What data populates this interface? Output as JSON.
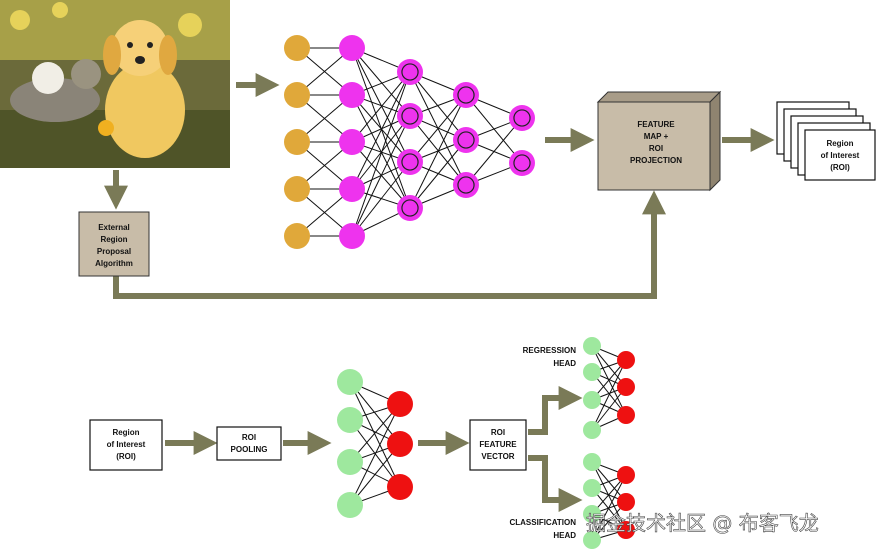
{
  "photo": {
    "description_icon": "photo-icon"
  },
  "top": {
    "external_region_proposal": [
      "External",
      "Region",
      "Proposal",
      "Algorithm"
    ],
    "feature_map_box": [
      "FEATURE",
      "MAP +",
      "ROI",
      "PROJECTION"
    ],
    "roi_stack": [
      "Region",
      "of Interest",
      "(ROI)"
    ]
  },
  "bottom": {
    "roi_box": [
      "Region",
      "of Interest",
      "(ROI)"
    ],
    "roi_pooling": [
      "ROI",
      "POOLING"
    ],
    "roi_feature_vector": [
      "ROI",
      "FEATURE",
      "VECTOR"
    ],
    "regression_head": [
      "REGRESSION",
      "HEAD"
    ],
    "classification_head": [
      "CLASSIFICATION",
      "HEAD"
    ]
  },
  "watermark": "掘金技术社区 @ 布客飞龙",
  "colors": {
    "arrow": "#7a7a57",
    "orange_node": "#e0a83a",
    "magenta_node": "#ee33ee",
    "green_node": "#9ee89e",
    "red_node": "#ee1111",
    "box_fill": "#c8bca8"
  }
}
